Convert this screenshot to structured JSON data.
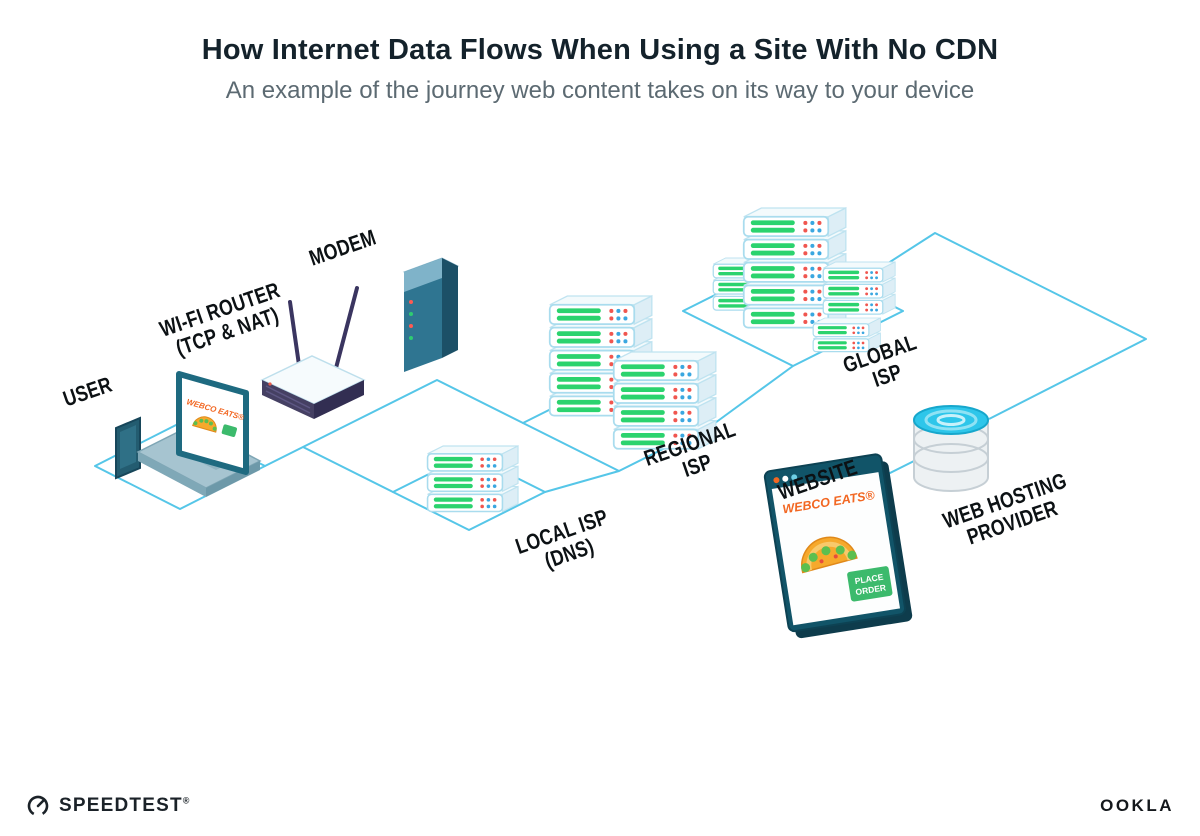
{
  "header": {
    "title": "How Internet Data Flows When Using a Site With No CDN",
    "subtitle": "An example of the journey web content takes on its way to your device"
  },
  "diagram": {
    "labels": {
      "user": {
        "line1": "USER"
      },
      "wifi_router": {
        "line1": "WI-FI ROUTER",
        "line2": "(TCP & NAT)"
      },
      "modem": {
        "line1": "MODEM"
      },
      "local_isp": {
        "line1": "LOCAL ISP",
        "line2": "(DNS)"
      },
      "regional_isp": {
        "line1": "REGIONAL",
        "line2": "ISP"
      },
      "global_isp": {
        "line1": "GLOBAL",
        "line2": "ISP"
      },
      "web_hosting": {
        "line1": "WEB HOSTING",
        "line2": "PROVIDER"
      },
      "website": {
        "line1": "WEBSITE"
      }
    },
    "website_screen": {
      "brand": "WEBCO EATS®",
      "button_line1": "PLACE",
      "button_line2": "ORDER"
    },
    "laptop_screen": {
      "brand": "WEBCO EATS®"
    },
    "colors": {
      "connector": "#55c6e8",
      "server_green": "#2bd36e",
      "brand_orange": "#f26722",
      "button_green": "#3cba6c"
    }
  },
  "footer": {
    "speedtest_label": "SPEEDTEST",
    "speedtest_mark": "®",
    "ookla_label": "OOKLA"
  }
}
